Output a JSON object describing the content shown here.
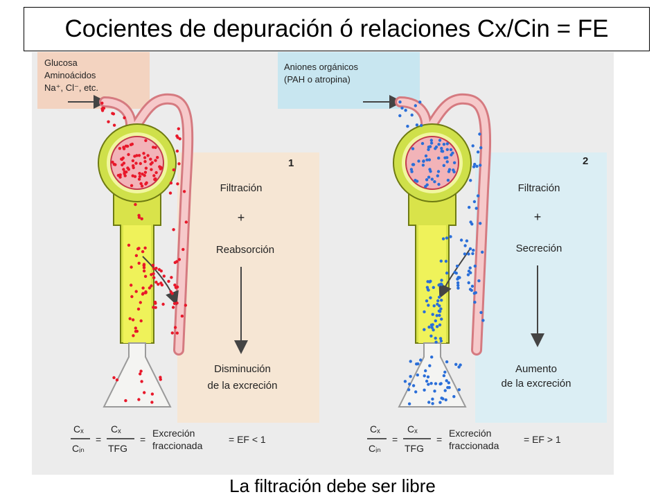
{
  "title": "Cocientes de depuración ó relaciones Cx/Cin = FE",
  "footer": "La filtración debe ser libre",
  "panel1": {
    "number": "1",
    "input_lines": [
      "Glucosa",
      "Aminoácidos",
      "Na⁺, Cl⁻, etc."
    ],
    "step1": "Filtración",
    "plus": "+",
    "step2": "Reabsorción",
    "result_lines": [
      "Disminución",
      "de la excreción"
    ],
    "formula": {
      "cx": "Cₓ",
      "cin": "Cᵢₙ",
      "tfg": "TFG",
      "words": [
        "Excreción",
        "fraccionada"
      ],
      "ef": "=  EF < 1"
    },
    "dot_color": "#e8182a",
    "box_color": "#f3d3c0"
  },
  "panel2": {
    "number": "2",
    "input_lines": [
      "Aniones orgánicos",
      "(PAH o atropina)"
    ],
    "step1": "Filtración",
    "plus": "+",
    "step2": "Secreción",
    "result_lines": [
      "Aumento",
      "de la excreción"
    ],
    "formula": {
      "cx": "Cₓ",
      "cin": "Cᵢₙ",
      "tfg": "TFG",
      "words": [
        "Excreción",
        "fraccionada"
      ],
      "ef": "=  EF > 1"
    },
    "dot_color": "#2a6ed8",
    "box_color": "#c8e6f0"
  }
}
